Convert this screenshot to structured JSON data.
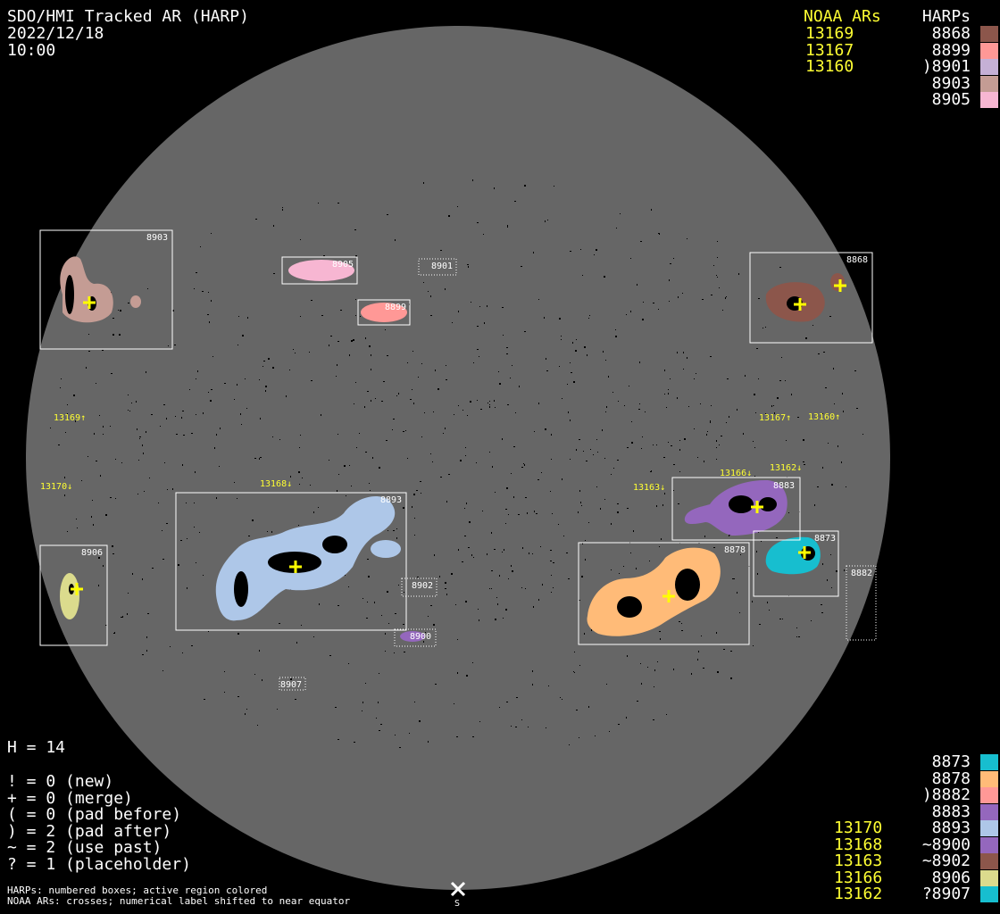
{
  "header": {
    "title": "SDO/HMI Tracked AR (HARP)",
    "date": "2022/12/18",
    "time": "10:00"
  },
  "legend_top": {
    "noaa_header": "NOAA ARs",
    "harp_header": "HARPs",
    "noaa": [
      "13169",
      "13167",
      "13160"
    ],
    "harps": [
      {
        "label": "8868",
        "color": "#8c564b"
      },
      {
        "label": "8899",
        "color": "#ff9896"
      },
      {
        "label": ")8901",
        "color": "#c5b0d5"
      },
      {
        "label": "8903",
        "color": "#c49c94"
      },
      {
        "label": "8905",
        "color": "#f7b6d2"
      }
    ]
  },
  "legend_bottom": {
    "noaa": [
      "13170",
      "13168",
      "13163",
      "13166",
      "13162"
    ],
    "harps": [
      {
        "label": "8873",
        "color": "#17becf"
      },
      {
        "label": "8878",
        "color": "#ffbb78"
      },
      {
        "label": ")8882",
        "color": "#ff9896"
      },
      {
        "label": "8883",
        "color": "#9467bd"
      },
      {
        "label": "8893",
        "color": "#aec7e8"
      },
      {
        "label": "~8900",
        "color": "#9467bd"
      },
      {
        "label": "~8902",
        "color": "#8c564b"
      },
      {
        "label": "8906",
        "color": "#dbdb8d"
      },
      {
        "label": "?8907",
        "color": "#17becf"
      }
    ]
  },
  "stats": {
    "h": "H = 14",
    "lines": [
      "! = 0 (new)",
      "+ = 0 (merge)",
      "( = 0 (pad before)",
      ") = 2 (pad after)",
      "~ = 2 (use past)",
      "? = 1 (placeholder)"
    ]
  },
  "notes": [
    "HARPs: numbered boxes; active region colored",
    "NOAA ARs: crosses; numerical label shifted to near equator"
  ],
  "south_marker": "S",
  "disk": {
    "harp_labels": [
      "8903",
      "8905",
      "8901",
      "8899",
      "8868",
      "8893",
      "8906",
      "8902",
      "8900",
      "8907",
      "8883",
      "8873",
      "8878",
      "8882"
    ],
    "noaa_labels": [
      "13169↑",
      "13170↓",
      "13168↓",
      "13167↑",
      "13160↑",
      "13163↓",
      "13166↓",
      "13162↓"
    ]
  }
}
